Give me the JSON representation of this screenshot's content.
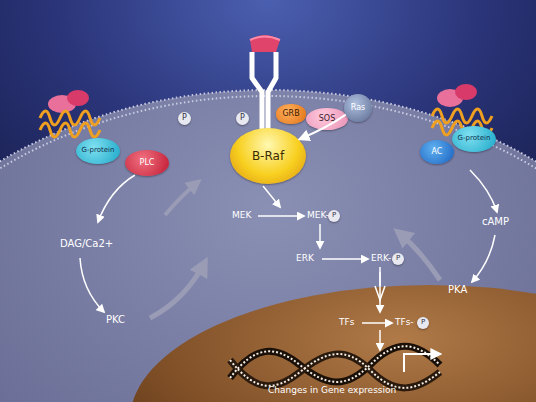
{
  "diagram": {
    "nodes": [
      {
        "text": [
          "G-protein"
        ]
      },
      {
        "text": [
          "PLC"
        ]
      },
      {
        "text": [
          "P"
        ]
      },
      {
        "text": [
          "P"
        ]
      },
      {
        "text": [
          "GRB"
        ]
      },
      {
        "text": [
          "SOS"
        ]
      },
      {
        "text": [
          "Ras"
        ]
      },
      {
        "text": [
          "B-Raf"
        ]
      },
      {
        "text": [
          "G-protein"
        ]
      },
      {
        "text": [
          "AC"
        ]
      },
      {
        "text": [
          "P"
        ]
      },
      {
        "text": [
          "P"
        ]
      },
      {
        "text": [
          "P"
        ]
      }
    ],
    "edges": [
      {
        "from": 6,
        "to": 7,
        "arrow": "to"
      }
    ],
    "labels": [
      "DAG/Ca2+",
      "PKC",
      "MEK",
      "MEK-",
      "ERK",
      "ERK-",
      "TFs",
      "TFs-",
      "cAMP",
      "PKA",
      "Changes in Gene expression"
    ]
  }
}
